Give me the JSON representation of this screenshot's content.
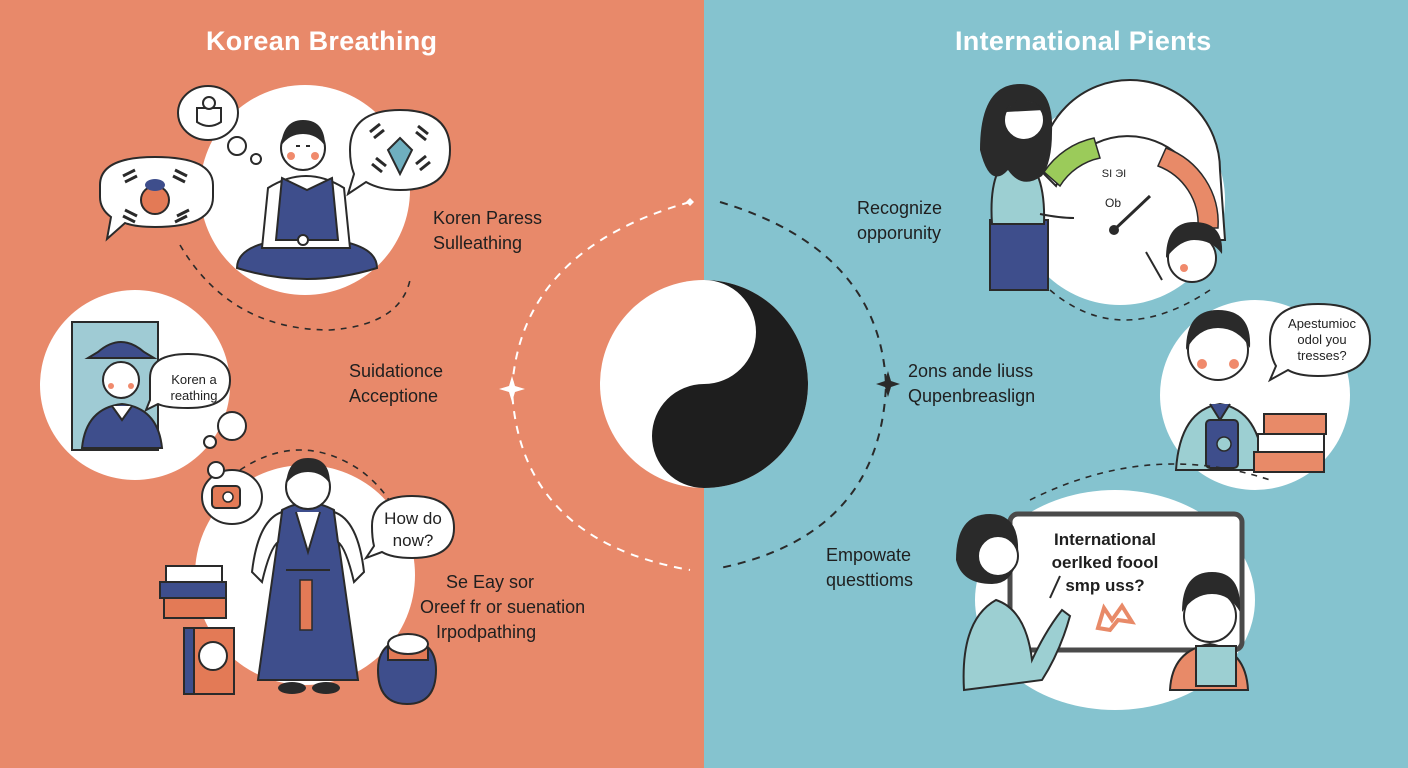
{
  "colors": {
    "left_background": "#E8896A",
    "right_background": "#85C3CF",
    "navy": "#3E4E8C",
    "blush": "#F08A6C",
    "hair": "#2A2A2A",
    "gauge_green": "#9BCB5A",
    "gauge_orange": "#E88A68"
  },
  "left": {
    "title": "Korean Breathing",
    "label_top": [
      "Koren Paress",
      "Sulleathing"
    ],
    "label_middle": [
      "Suidationce",
      "Acceptione"
    ],
    "label_bottom": [
      "Se Eay sor",
      "Oreef fr or suenation",
      "Irpodpathing"
    ],
    "bubble_portrait": [
      "Koren a",
      "reathing"
    ],
    "bubble_question": [
      "How do",
      "now?"
    ]
  },
  "right": {
    "title": "International  Pients",
    "label_top": [
      "Recognize",
      "opporunity"
    ],
    "label_middle": [
      "2ons ande liuss",
      "Qupenbreaslign"
    ],
    "label_bottom": [
      "Empowate",
      "questtioms"
    ],
    "bubble_student": [
      "Apestumioc",
      "odol you",
      "tresses?"
    ],
    "board_text": [
      "International",
      "oerlked foool",
      "smp uss?"
    ],
    "gauge_text": [
      "SI ЭI",
      "Ob"
    ]
  },
  "icons": [
    "yin-yang-icon",
    "taegeuk-flag-icon",
    "mug-icon",
    "chat-icon"
  ]
}
